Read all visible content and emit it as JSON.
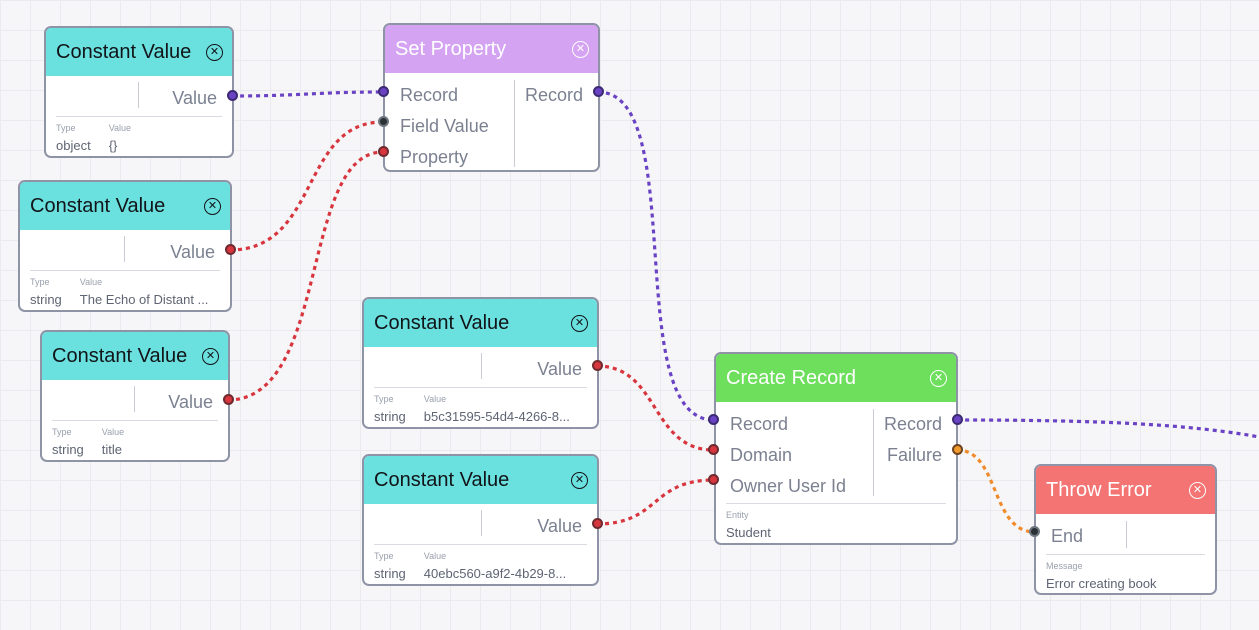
{
  "colors": {
    "record_edge": "#6a42c4",
    "value_edge": "#d8363f",
    "failure_edge": "#f08a2a"
  },
  "nodes": {
    "cv_object": {
      "title": "Constant Value",
      "output": "Value",
      "type_label": "Type",
      "value_label": "Value",
      "type": "object",
      "value": "{}"
    },
    "cv_string_echo": {
      "title": "Constant Value",
      "output": "Value",
      "type_label": "Type",
      "value_label": "Value",
      "type": "string",
      "value": "The Echo of Distant ..."
    },
    "cv_string_title": {
      "title": "Constant Value",
      "output": "Value",
      "type_label": "Type",
      "value_label": "Value",
      "type": "string",
      "value": "title"
    },
    "cv_string_domain": {
      "title": "Constant Value",
      "output": "Value",
      "type_label": "Type",
      "value_label": "Value",
      "type": "string",
      "value": "b5c31595-54d4-4266-8..."
    },
    "cv_string_owner": {
      "title": "Constant Value",
      "output": "Value",
      "type_label": "Type",
      "value_label": "Value",
      "type": "string",
      "value": "40ebc560-a9f2-4b29-8..."
    },
    "set_property": {
      "title": "Set Property",
      "inputs": [
        "Record",
        "Field Value",
        "Property"
      ],
      "output": "Record"
    },
    "create_record": {
      "title": "Create Record",
      "inputs": [
        "Record",
        "Domain",
        "Owner User Id"
      ],
      "outputs": [
        "Record",
        "Failure"
      ],
      "entity_label": "Entity",
      "entity": "Student"
    },
    "throw_error": {
      "title": "Throw Error",
      "input": "End",
      "message_label": "Message",
      "message": "Error creating book"
    }
  }
}
